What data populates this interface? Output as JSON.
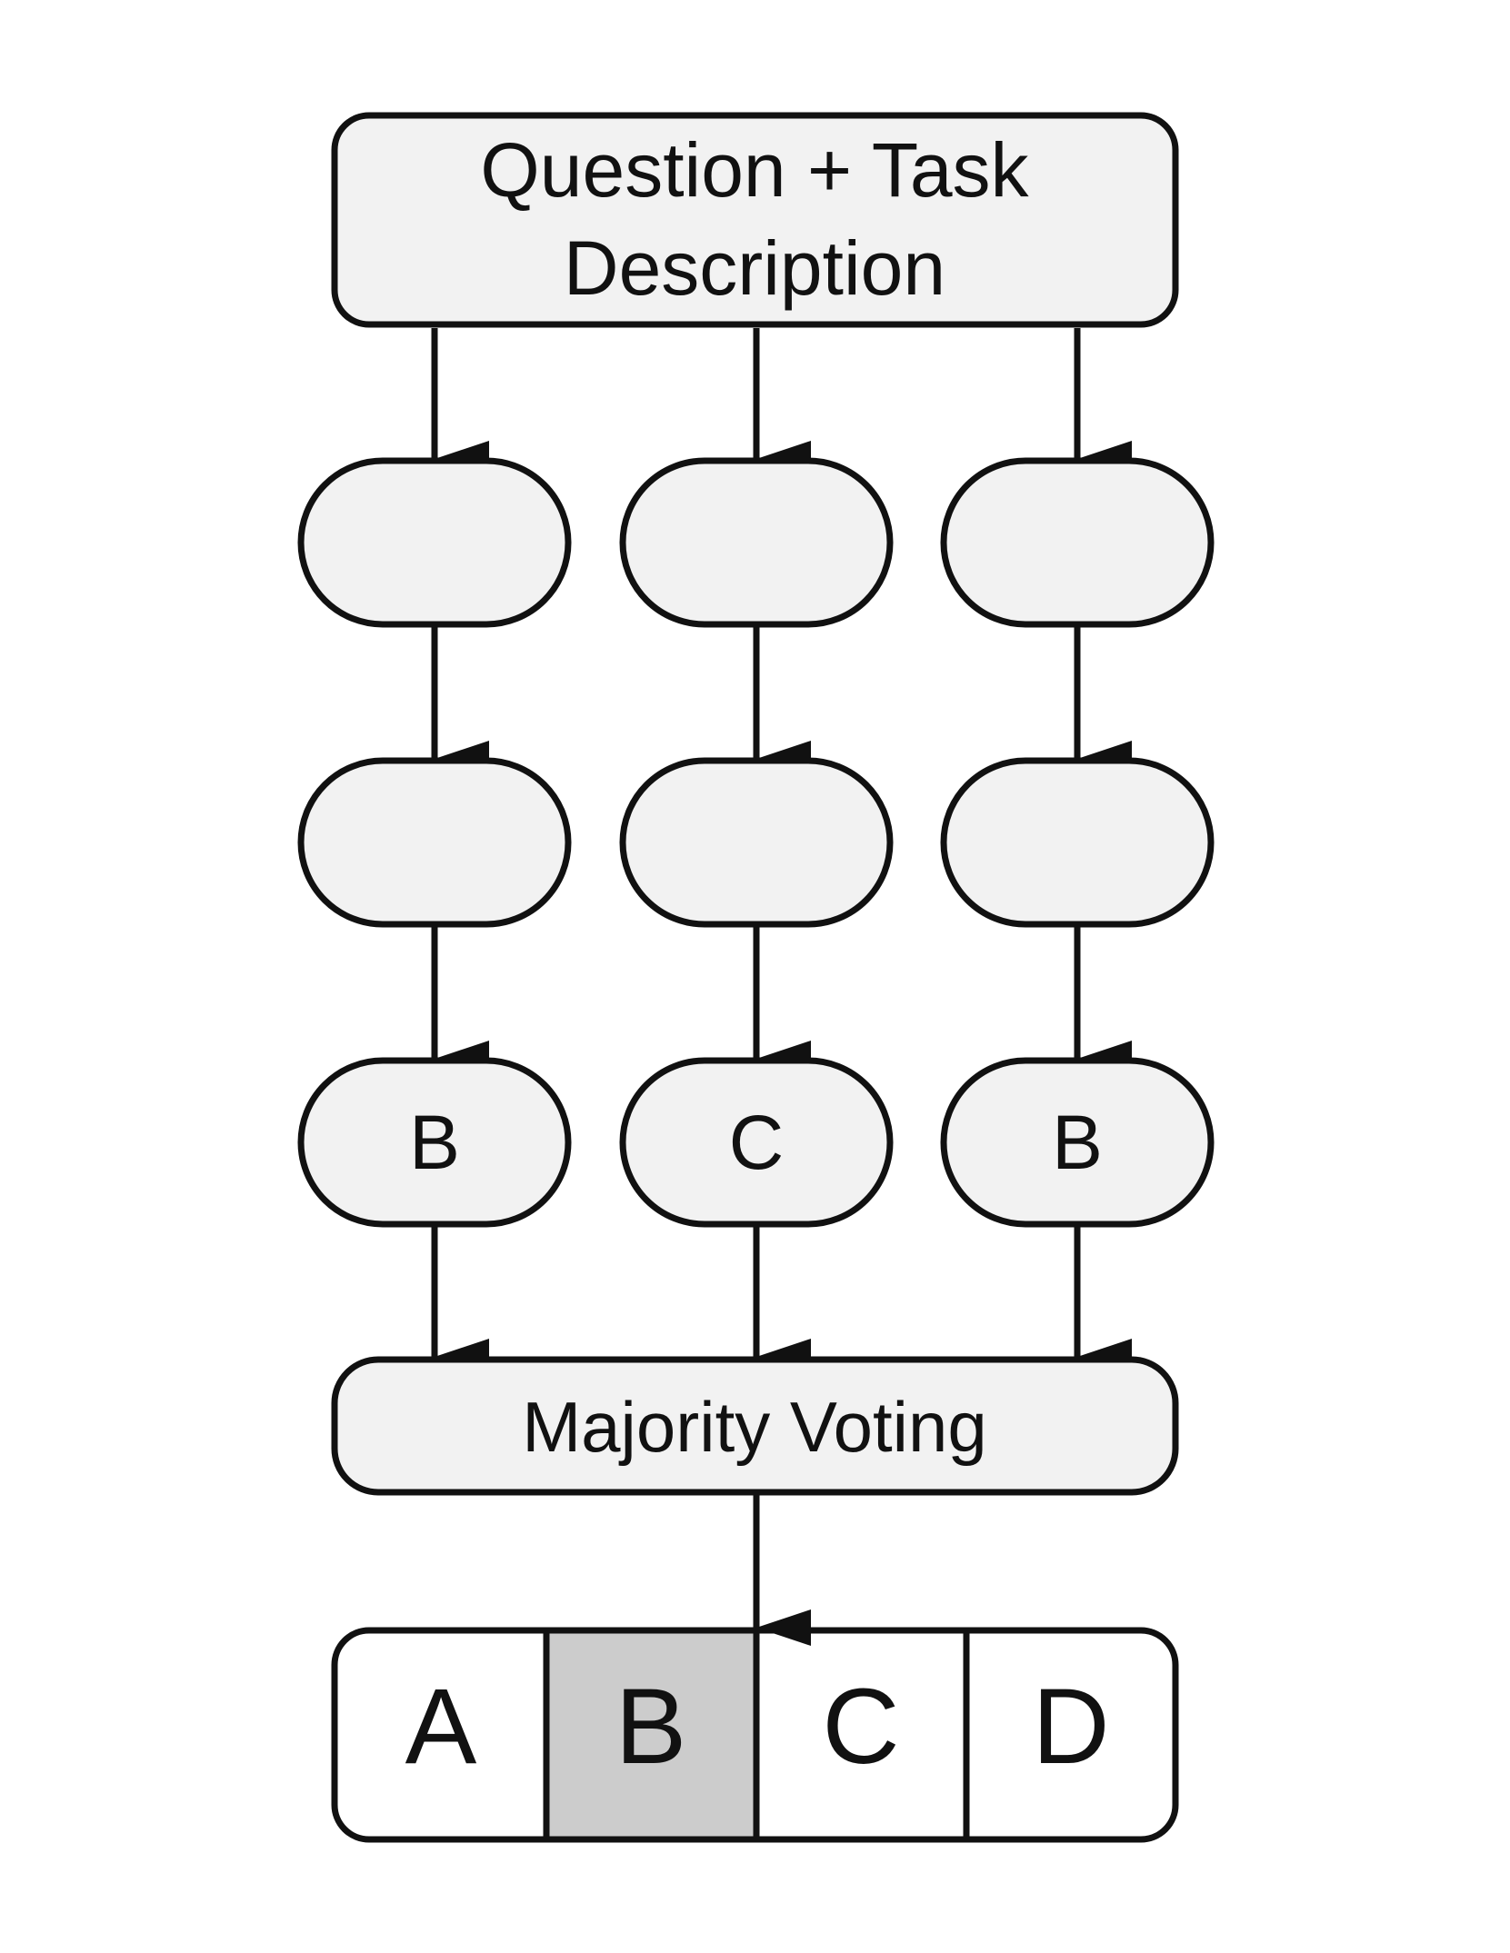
{
  "colors": {
    "node_fill": "#f2f2f2",
    "selected_fill": "#cccccc",
    "stroke": "#111111",
    "text": "#111111"
  },
  "top_box": {
    "line1": "Question + Task",
    "line2": "Description"
  },
  "chains": [
    {
      "answer": "B"
    },
    {
      "answer": "C"
    },
    {
      "answer": "B"
    }
  ],
  "voting_box": {
    "label": "Majority Voting"
  },
  "options": [
    {
      "label": "A",
      "selected": false
    },
    {
      "label": "B",
      "selected": true
    },
    {
      "label": "C",
      "selected": false
    },
    {
      "label": "D",
      "selected": false
    }
  ]
}
